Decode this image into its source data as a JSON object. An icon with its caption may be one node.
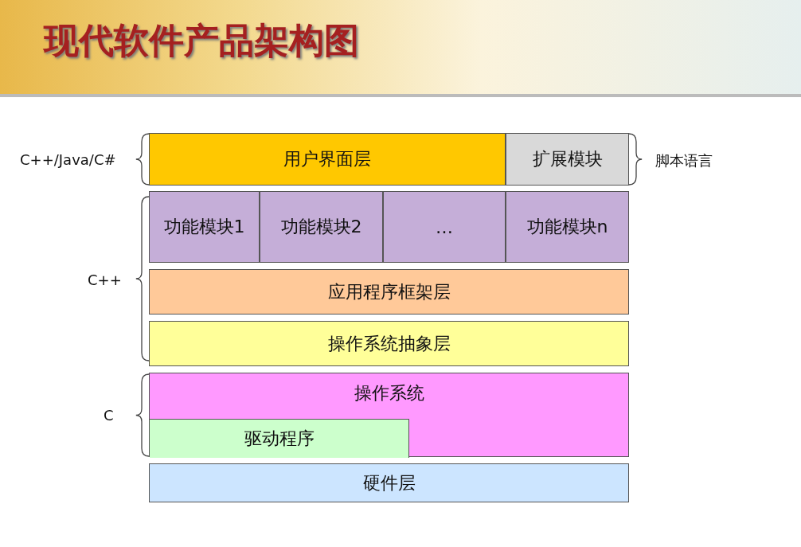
{
  "diagram": {
    "title": "现代软件产品架构图",
    "nodes": [
      {
        "text": [
          "用户界面层"
        ]
      },
      {
        "text": [
          "扩展模块"
        ]
      },
      {
        "text": [
          "功能模块1"
        ]
      },
      {
        "text": [
          "功能模块2"
        ]
      },
      {
        "text": [
          "…"
        ]
      },
      {
        "text": [
          "功能模块n"
        ]
      },
      {
        "text": [
          "应用程序框架层"
        ]
      },
      {
        "text": [
          "操作系统抽象层"
        ]
      },
      {
        "text": [
          "操作系统"
        ]
      },
      {
        "text": [
          "驱动程序"
        ],
        "in": 8
      },
      {
        "text": [
          "硬件层"
        ]
      }
    ],
    "labels": [
      "C++/Java/C#",
      "脚本语言",
      "C++",
      "C"
    ]
  }
}
